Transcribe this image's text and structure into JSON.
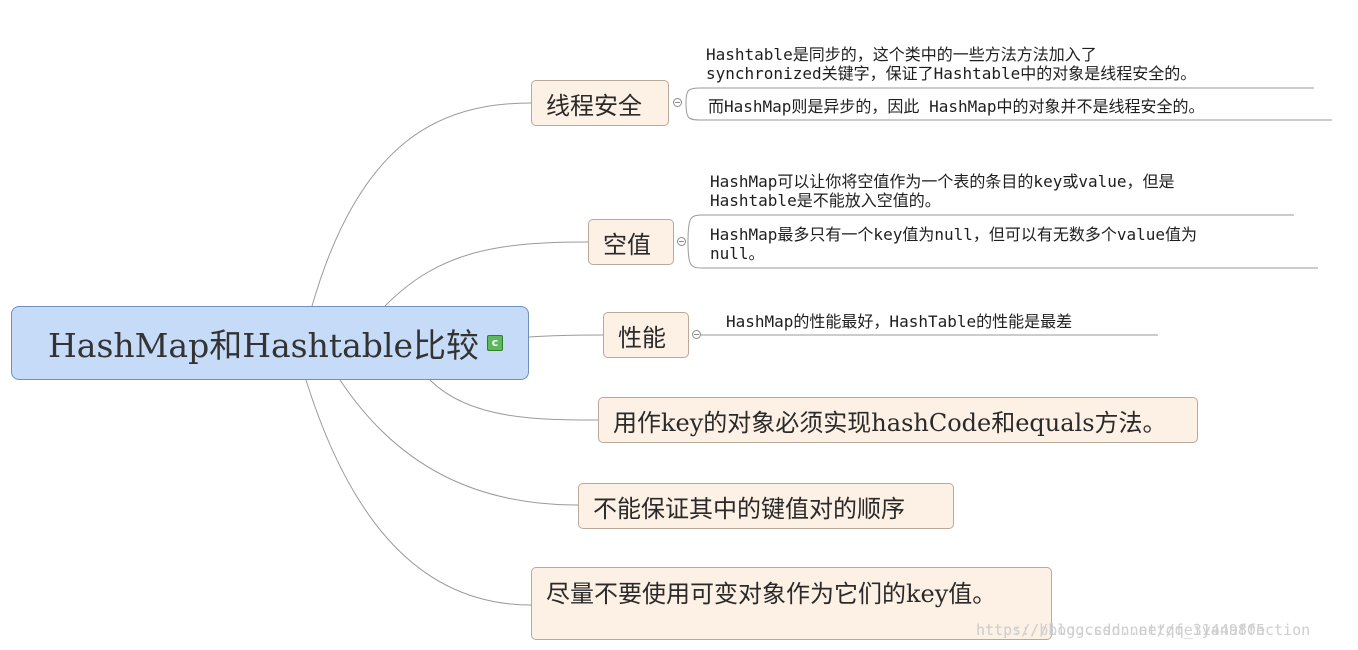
{
  "central_topic": {
    "label": "HashMap和Hashtable比较",
    "icon": "c-marker-icon",
    "icon_text": "c"
  },
  "branches": [
    {
      "label": "线程安全",
      "notes": [
        {
          "lines": [
            "Hashtable是同步的，这个类中的一些方法方法加入了",
            "synchronized关键字，保证了Hashtable中的对象是线程安全的。"
          ]
        },
        {
          "lines": [
            "而HashMap则是异步的，因此 HashMap中的对象并不是线程安全的。"
          ]
        }
      ]
    },
    {
      "label": "空值",
      "notes": [
        {
          "lines": [
            "HashMap可以让你将空值作为一个表的条目的key或value，但是",
            "Hashtable是不能放入空值的。"
          ]
        },
        {
          "lines": [
            "HashMap最多只有一个key值为null，但可以有无数多个value值为",
            "null。"
          ]
        }
      ]
    },
    {
      "label": "性能",
      "notes": [
        {
          "lines": [
            "HashMap的性能最好，HashTable的性能是最差"
          ]
        }
      ]
    },
    {
      "label": "用作key的对象必须实现hashCode和equals方法。"
    },
    {
      "label": "不能保证其中的键值对的顺序"
    },
    {
      "label": "尽量不要使用可变对象作为它们的key值。"
    }
  ],
  "watermark": [
    "https://blog.csdn.net/feiyanaffection",
    "http://blog.csdn.net/qq_31449805"
  ],
  "colors": {
    "central_fill": "#c6dbf7",
    "central_border": "#6f8fbf",
    "node_fill": "#fdf1e6",
    "node_border": "#b9a99a",
    "link": "#9a9a9a"
  }
}
